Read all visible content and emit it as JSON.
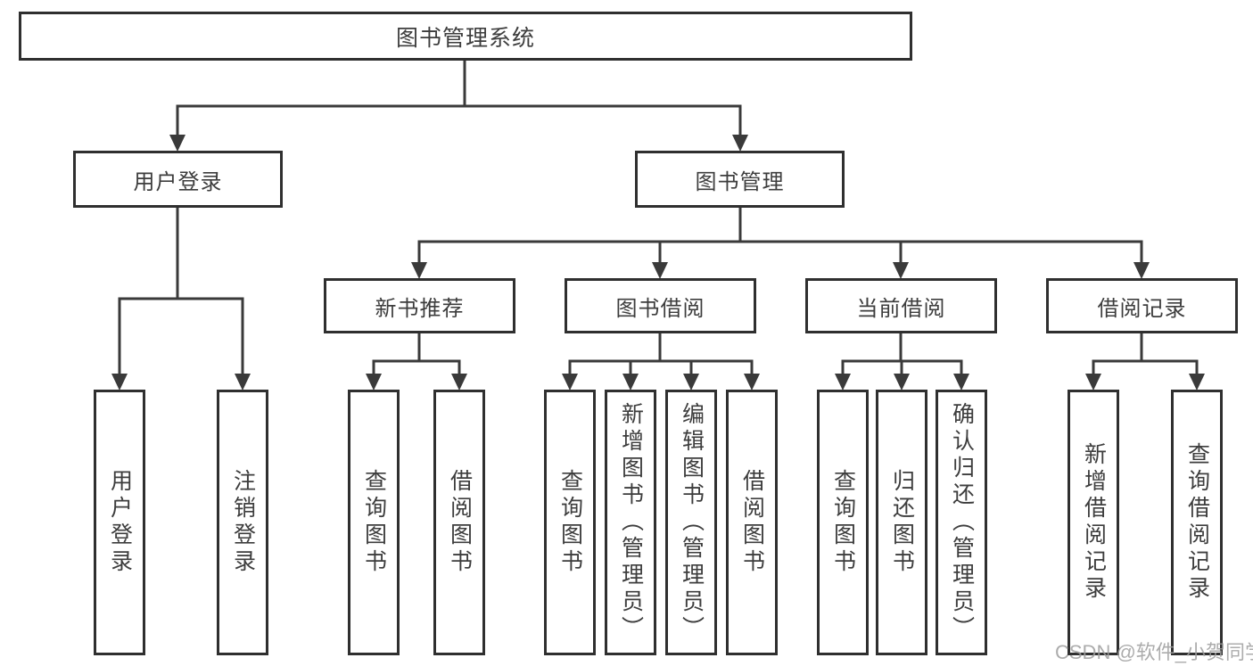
{
  "diagram": {
    "nodes": {
      "root": {
        "label": "图书管理系统"
      },
      "level2": [
        {
          "label": "用户登录"
        },
        {
          "label": "图书管理"
        }
      ],
      "level3": [
        {
          "label": "新书推荐"
        },
        {
          "label": "图书借阅"
        },
        {
          "label": "当前借阅"
        },
        {
          "label": "借阅记录"
        }
      ],
      "leaves": {
        "user_login": [
          {
            "label": "用户登录"
          },
          {
            "label": "注销登录"
          }
        ],
        "new_book_rec": [
          {
            "label": "查询图书"
          },
          {
            "label": "借阅图书"
          }
        ],
        "book_borrow": [
          {
            "label": "查询图书"
          },
          {
            "label": "新增图书（管理员）"
          },
          {
            "label": "编辑图书（管理员）"
          },
          {
            "label": "借阅图书"
          }
        ],
        "current_borrow": [
          {
            "label": "查询图书"
          },
          {
            "label": "归还图书"
          },
          {
            "label": "确认归还（管理员）"
          }
        ],
        "borrow_record": [
          {
            "label": "新增借阅记录"
          },
          {
            "label": "查询借阅记录"
          }
        ]
      }
    },
    "watermark": {
      "text": "CSDN @软件_小贺同学"
    },
    "colors": {
      "line": "#3a3a3a",
      "box_border": "#2f2f2f",
      "text": "#3d3d3d",
      "watermark": "#9e9e9e",
      "background": "#ffffff"
    }
  }
}
